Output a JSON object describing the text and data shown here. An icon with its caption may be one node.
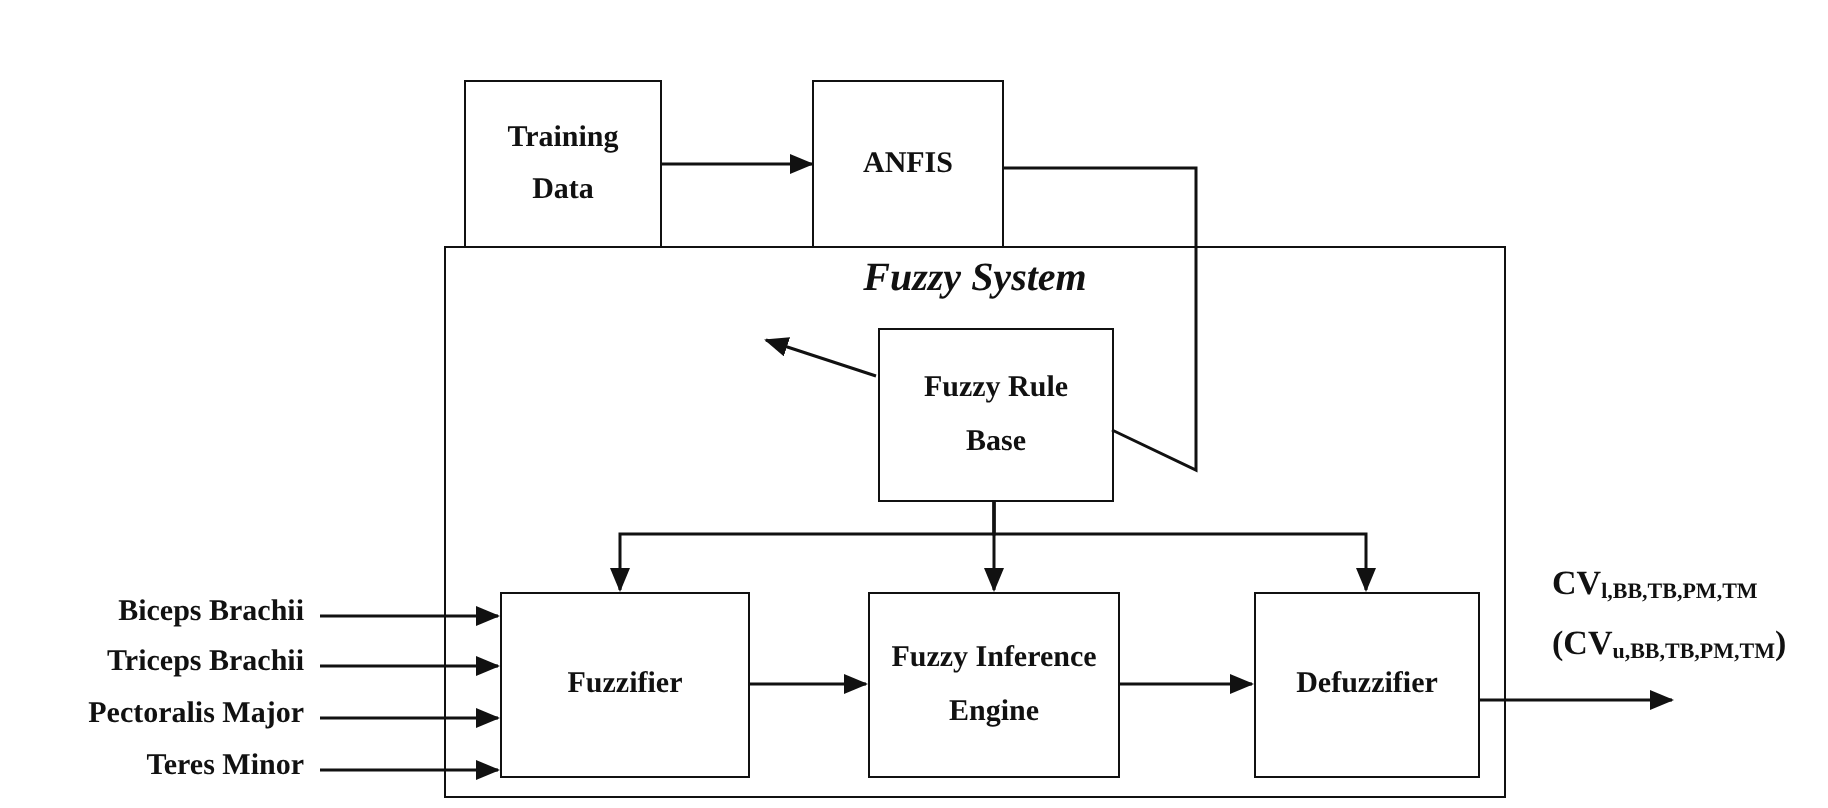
{
  "diagram": {
    "nodes": [
      {
        "text": [
          "Training Data"
        ]
      },
      {
        "text": [
          "ANFIS"
        ]
      },
      {
        "text": [
          "Fuzzy System"
        ]
      },
      {
        "text": [
          "Fuzzy Rule Base"
        ],
        "in": 2
      },
      {
        "text": [
          "Fuzzifier"
        ],
        "in": 2
      },
      {
        "text": [
          "Fuzzy Inference Engine"
        ],
        "in": 2
      },
      {
        "text": [
          "Defuzzifier"
        ],
        "in": 2
      },
      {
        "text": [
          "Biceps Brachii"
        ]
      },
      {
        "text": [
          "Triceps Brachii"
        ]
      },
      {
        "text": [
          "Pectoralis Major"
        ]
      },
      {
        "text": [
          "Teres Minor"
        ]
      }
    ],
    "edges": [
      {
        "from": 0,
        "to": 1,
        "arrow": "to"
      },
      {
        "from": 1,
        "to": 3,
        "arrow": "none"
      },
      {
        "from": 3,
        "to": null,
        "arrow": "to"
      },
      {
        "from": 3,
        "to": 4,
        "arrow": "to"
      },
      {
        "from": 3,
        "to": 5,
        "arrow": "to"
      },
      {
        "from": 3,
        "to": 6,
        "arrow": "to"
      },
      {
        "from": 7,
        "to": 4,
        "arrow": "to"
      },
      {
        "from": 8,
        "to": 4,
        "arrow": "to"
      },
      {
        "from": 9,
        "to": 4,
        "arrow": "to"
      },
      {
        "from": 10,
        "to": 4,
        "arrow": "to"
      },
      {
        "from": 4,
        "to": 5,
        "arrow": "to"
      },
      {
        "from": 5,
        "to": 6,
        "arrow": "to"
      },
      {
        "from": 6,
        "to": null,
        "arrow": "to"
      }
    ],
    "labels": [
      "CV$_{l,BB,TB,PM,TM}$",
      "(CV$_{u,BB,TB,PM,TM}$)"
    ]
  }
}
